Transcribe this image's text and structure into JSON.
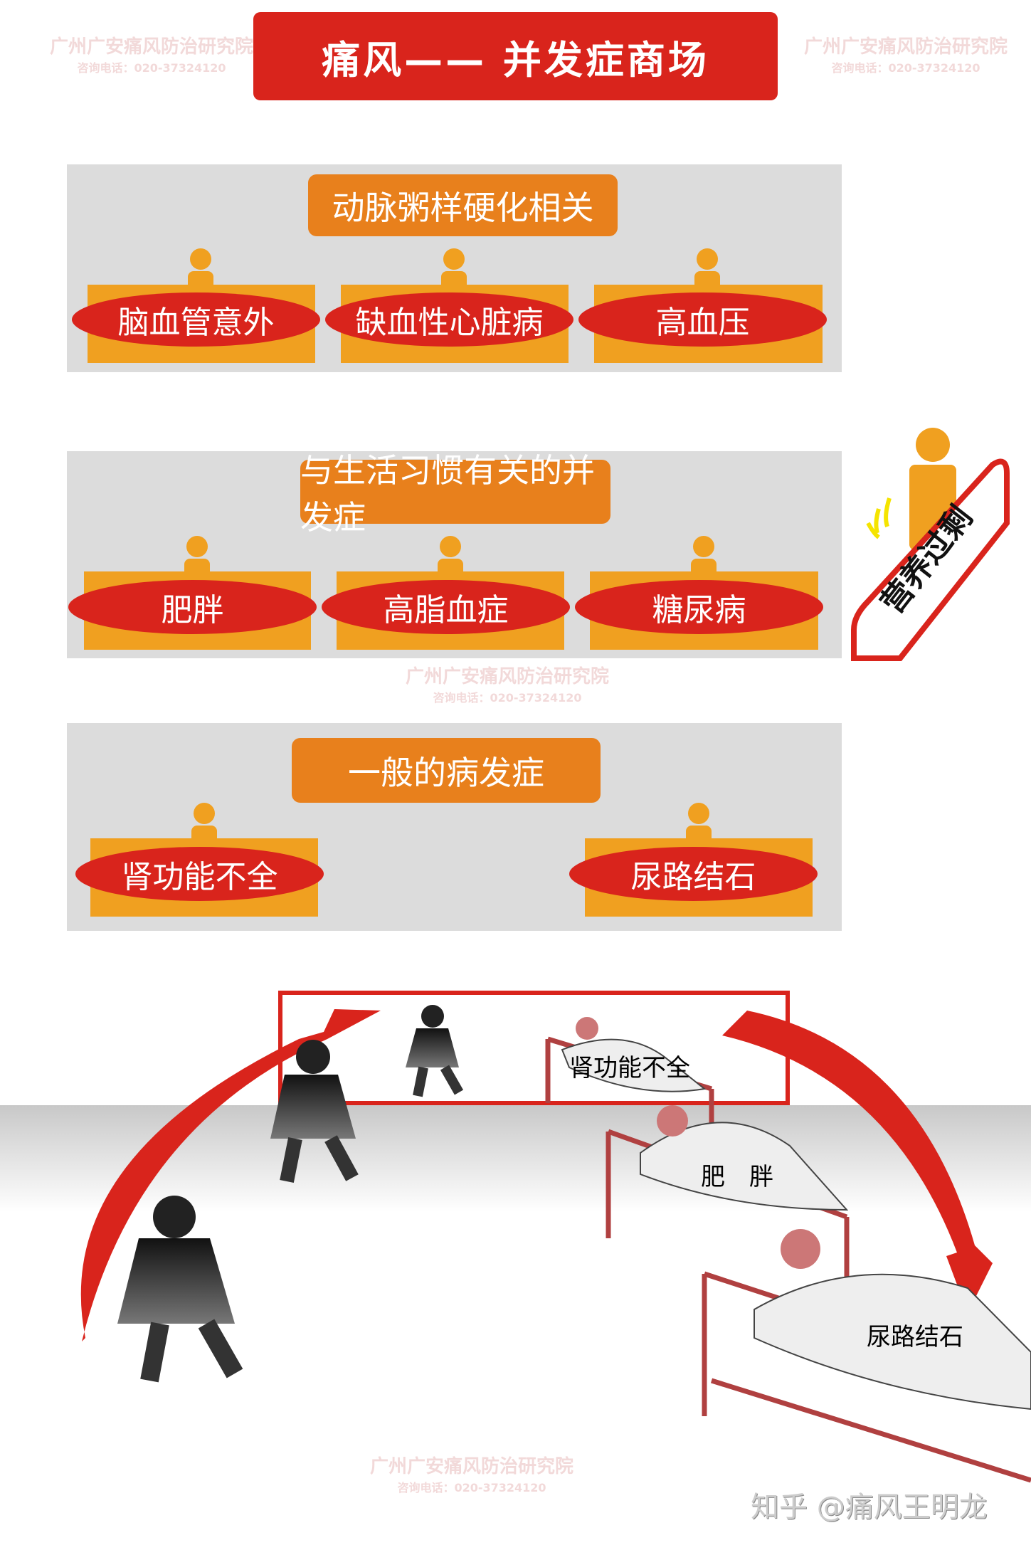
{
  "title": "痛风—— 并发症商场",
  "watermark": {
    "name": "广州广安痛风防治研究院",
    "phone": "咨询电话：020-37324120"
  },
  "sections": [
    {
      "header": "动脉粥样硬化相关",
      "items": [
        "脑血管意外",
        "缺血性心脏病",
        "高血压"
      ]
    },
    {
      "header": "与生活习惯有关的并发症",
      "items": [
        "肥胖",
        "高脂血症",
        "糖尿病"
      ]
    },
    {
      "header": "一般的病发症",
      "items": [
        "肾功能不全",
        "尿路结石"
      ]
    }
  ],
  "escalator_label": "营养过剩",
  "illustration": {
    "bed_labels": [
      "肾功能不全",
      "肥　胖",
      "尿路结石"
    ]
  },
  "credit": "知乎 @痛风王明龙",
  "colors": {
    "red": "#d9241c",
    "orange": "#f0a020",
    "header_orange": "#e8801c",
    "panel_gray": "#dcdcdc"
  }
}
